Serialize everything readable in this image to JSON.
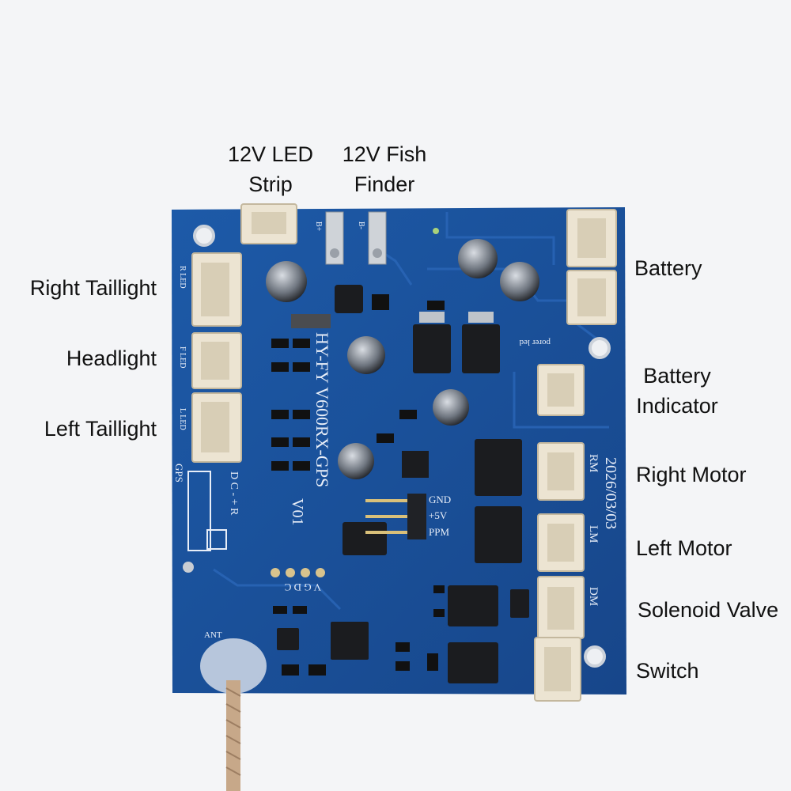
{
  "labels": {
    "led_strip": [
      "12V LED",
      "Strip"
    ],
    "fish_finder": [
      "12V Fish",
      "Finder"
    ],
    "right_taillight": "Right Taillight",
    "headlight": "Headlight",
    "left_taillight": "Left Taillight",
    "battery": "Battery",
    "battery_indicator": [
      "Battery",
      "Indicator"
    ],
    "right_motor": "Right Motor",
    "left_motor": "Left Motor",
    "solenoid_valve": "Solenoid Valve",
    "switch": "Switch"
  },
  "silkscreen": {
    "model": "HY-FY V600RX-GPS",
    "version": "V01",
    "date": "2026/03/03",
    "gnd": "GND",
    "v5": "+5V",
    "ppm": "PPM",
    "power_led": "porer led",
    "rm": "RM",
    "lm": "LM",
    "dm": "DM",
    "gps": "GPS",
    "dc": "D C - + R",
    "cdgv": "V G D C",
    "r_led": "R LED",
    "f_led": "F LED",
    "l_led": "L LED",
    "ant": "ANT",
    "b_plus": "B+",
    "b_minus": "B-"
  },
  "colors": {
    "background": "#f4f5f7",
    "board": "#1f4f9a",
    "connector": "#ece4d2",
    "text": "#111111"
  }
}
